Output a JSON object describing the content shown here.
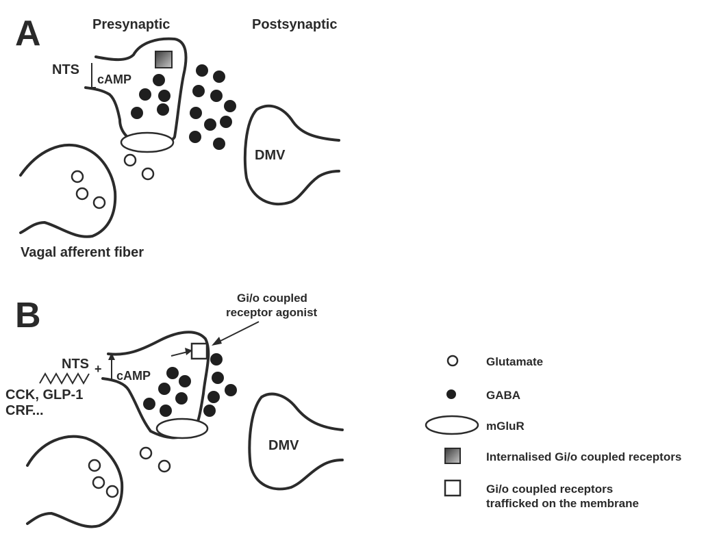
{
  "panel_a": {
    "letter": "A",
    "presynaptic_label": "Presynaptic",
    "postsynaptic_label": "Postsynaptic",
    "nts_label": "NTS",
    "camp_label": "cAMP",
    "dmv_label": "DMV",
    "vagal_label": "Vagal afferent fiber"
  },
  "panel_b": {
    "letter": "B",
    "agonist_label_line1": "Gi/o coupled",
    "agonist_label_line2": "receptor agonist",
    "nts_label": "NTS",
    "nts_subscript": "+",
    "camp_label": "cAMP",
    "peptides_line1": "CCK, GLP-1",
    "peptides_line2": "CRF...",
    "dmv_label": "DMV"
  },
  "legend": {
    "items": [
      {
        "symbol": "open-circle",
        "label": "Glutamate"
      },
      {
        "symbol": "filled-circle",
        "label": "GABA"
      },
      {
        "symbol": "ellipse",
        "label": "mGluR"
      },
      {
        "symbol": "shaded-square",
        "label": "Internalised Gi/o coupled receptors"
      },
      {
        "symbol": "open-square",
        "label": "Gi/o coupled receptors",
        "label_line2": "trafficked on the membrane"
      }
    ]
  },
  "colors": {
    "line": "#2b2b2b",
    "vesicle_gaba": "#1f1f1f",
    "internalised_receptor_dark": "#444444",
    "internalised_receptor_light": "#bdbdbd"
  }
}
